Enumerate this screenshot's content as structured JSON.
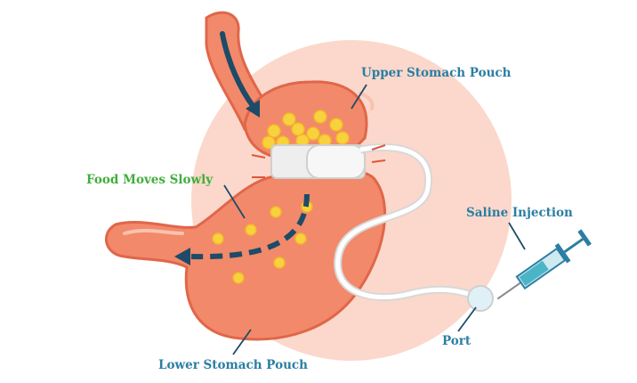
{
  "labels": {
    "upper_pouch": "Upper Stomach Pouch",
    "food_moves": "Food Moves Slowly",
    "saline": "Saline Injection",
    "port": "Port",
    "lower_pouch": "Lower Stomach Pouch"
  },
  "colors": {
    "background_circle": "#fbd8cb",
    "stomach": "#f2896a",
    "stomach_outline": "#e0664a",
    "label_blue": "#2b7ea3",
    "label_green": "#3fae3a",
    "arrow_dark": "#1d4b68",
    "food": "#f7d23e",
    "band": "#eeeeee"
  }
}
